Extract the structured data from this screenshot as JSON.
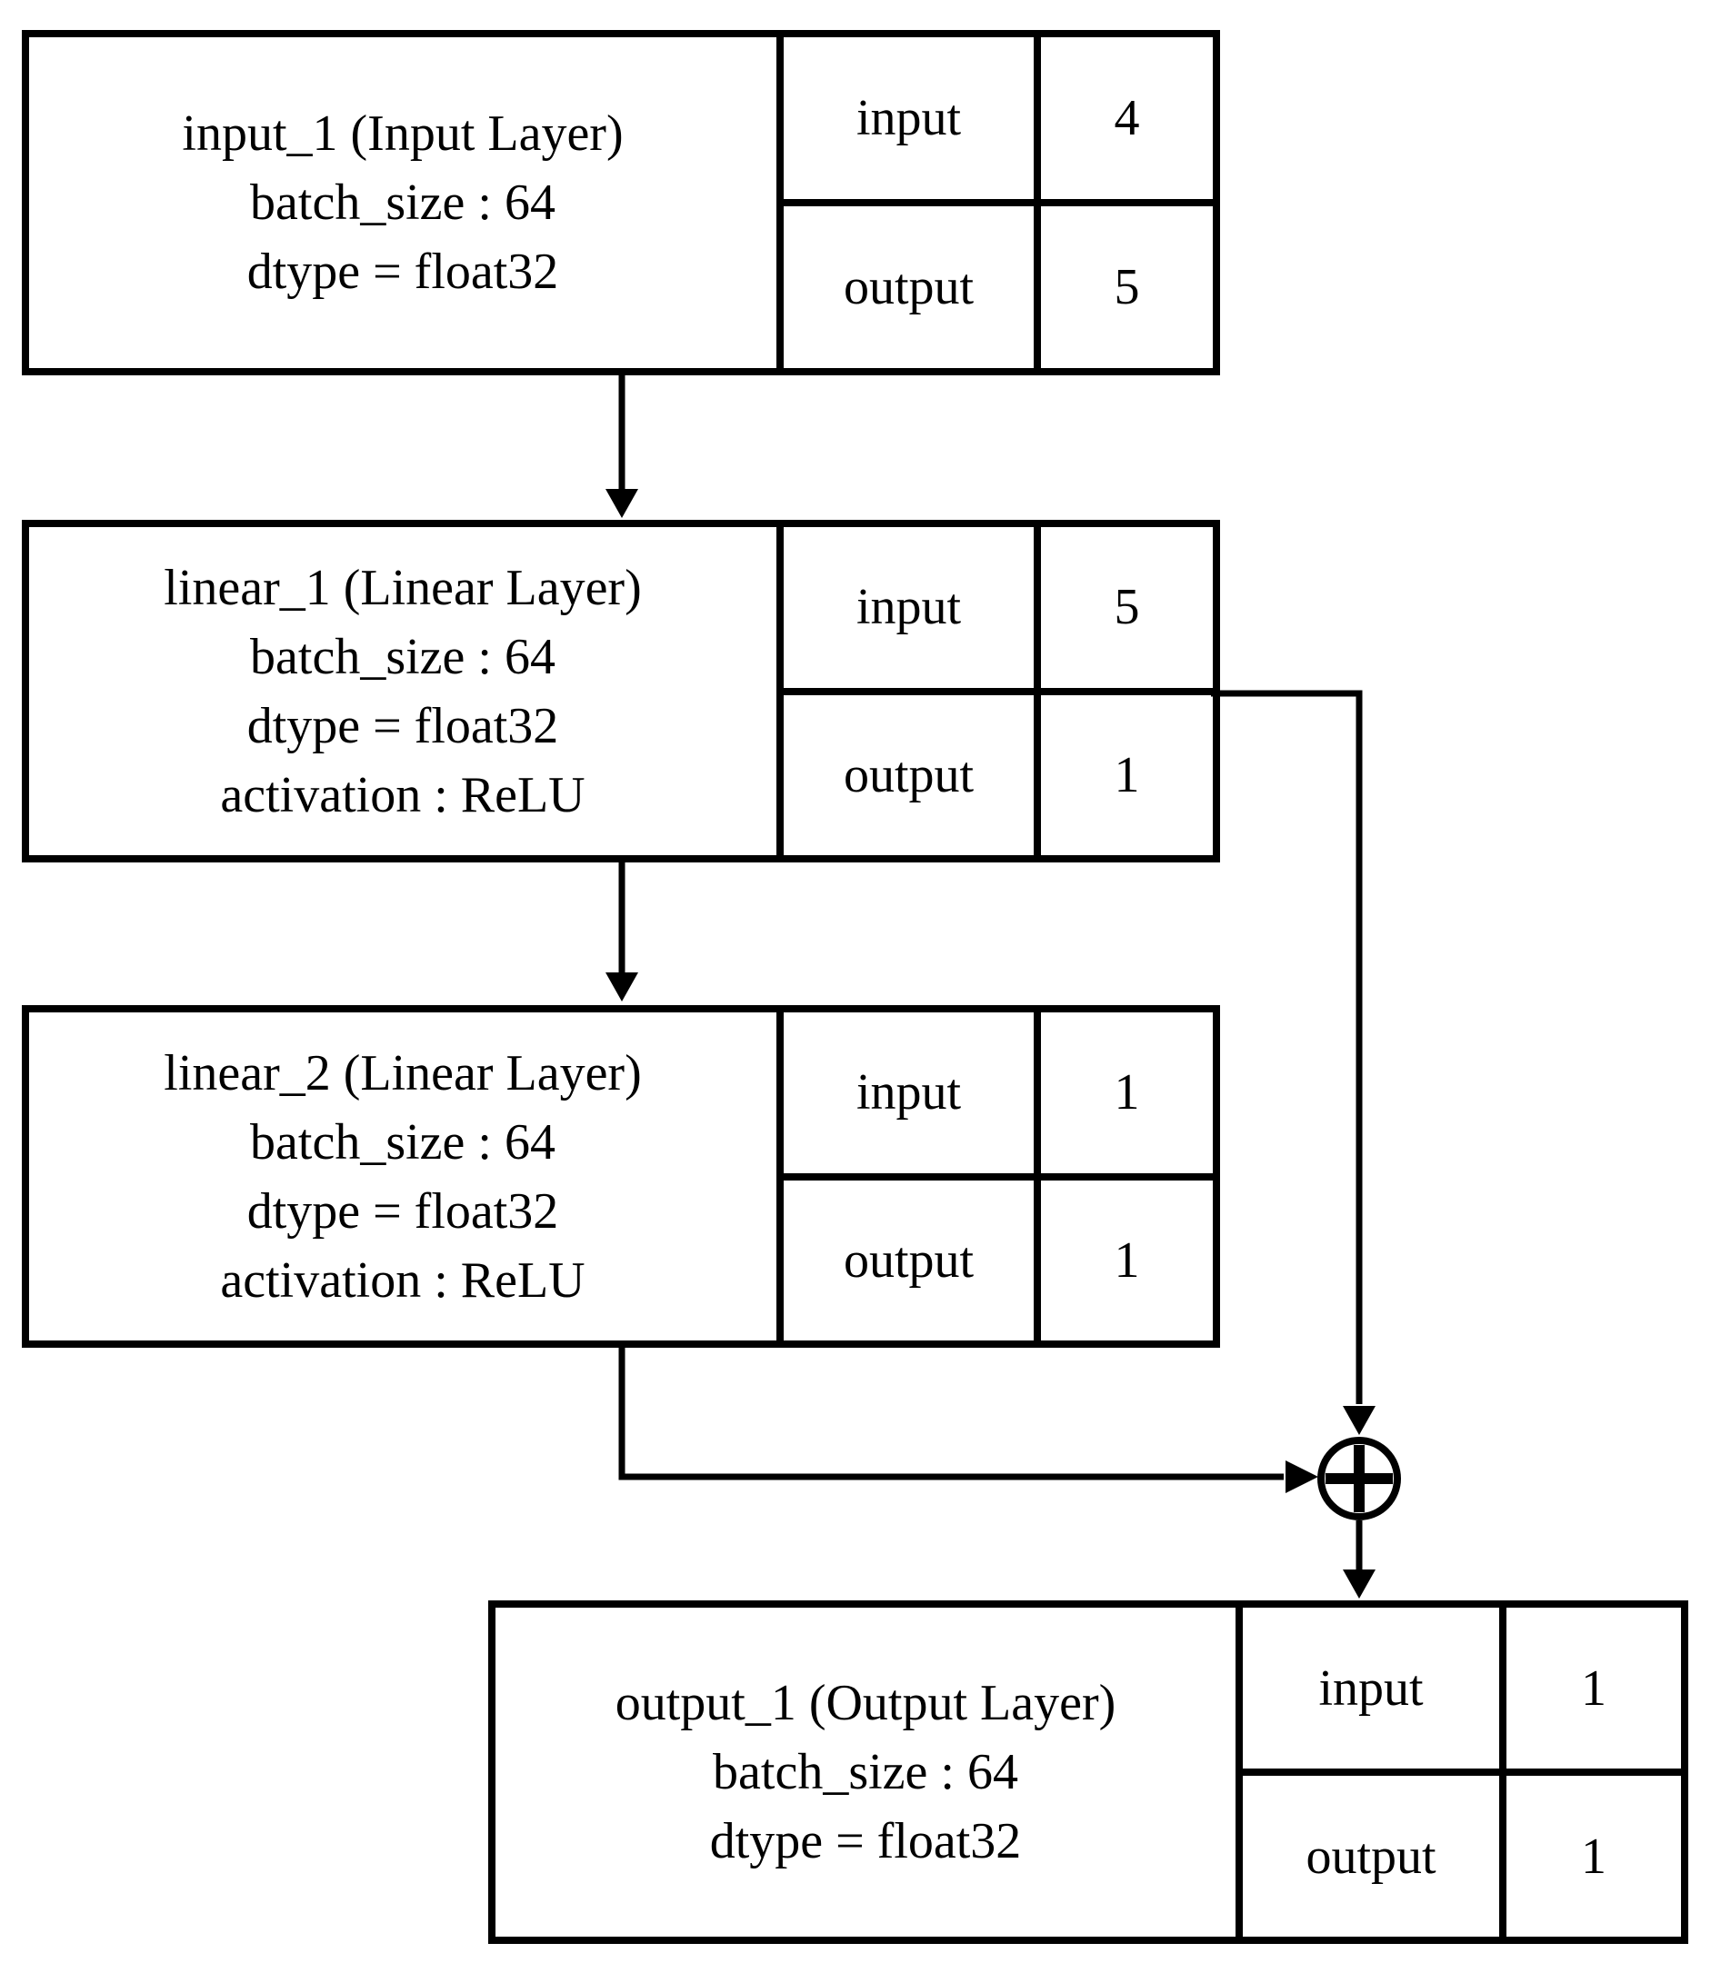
{
  "diagram": {
    "background": "#ffffff",
    "stroke_color": "#000000",
    "row_labels": [
      "input",
      "output"
    ],
    "layers": [
      {
        "id": "input_1",
        "lines": [
          "input_1 (Input Layer)",
          "batch_size : 64",
          "dtype = float32"
        ],
        "io": {
          "input": "4",
          "output": "5"
        }
      },
      {
        "id": "linear_1",
        "lines": [
          "linear_1 (Linear Layer)",
          "batch_size : 64",
          "dtype = float32",
          "activation : ReLU"
        ],
        "io": {
          "input": "5",
          "output": "1"
        }
      },
      {
        "id": "linear_2",
        "lines": [
          "linear_2 (Linear Layer)",
          "batch_size : 64",
          "dtype = float32",
          "activation : ReLU"
        ],
        "io": {
          "input": "1",
          "output": "1"
        }
      },
      {
        "id": "output_1",
        "lines": [
          "output_1 (Output Layer)",
          "batch_size : 64",
          "dtype = float32"
        ],
        "io": {
          "input": "1",
          "output": "1"
        }
      }
    ],
    "merge_node": {
      "operator": "+",
      "meaning": "add / skip-connection merge"
    }
  }
}
